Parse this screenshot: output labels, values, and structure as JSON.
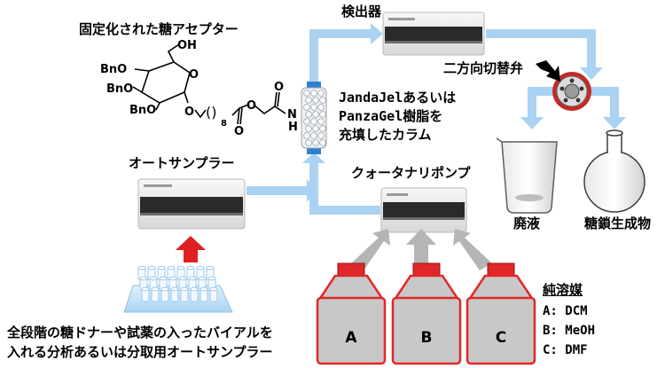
{
  "labels": {
    "fixed_acceptor": "固定化された糖アセプター",
    "detector": "検出器",
    "valve": "二方向切替弁",
    "column_line1": "JandaJelあるいは",
    "column_line2": "PanzaGel樹脂を",
    "column_line3": "充填したカラム",
    "autosampler": "オートサンプラー",
    "pump": "クォータナリポンプ",
    "waste": "廃液",
    "product": "糖鎖生成物",
    "bottom_line1": "全段階の糖ドナーや試薬の入ったバイアルを",
    "bottom_line2": "入れる分析あるいは分取用オートサンプラー"
  },
  "molecule": {
    "oh": "OH",
    "bno1": "BnO",
    "bno2": "BnO",
    "bno3": "BnO",
    "o_ring": "O",
    "o_link": "O",
    "subscript": "8",
    "o_ester": "O",
    "o_carbonyl1": "O",
    "o_carbonyl2": "O",
    "n": "N",
    "h": "H"
  },
  "bottles": [
    "A",
    "B",
    "C"
  ],
  "solvents": {
    "title": "純溶媒",
    "items": [
      "A:  DCM",
      "B:  MeOH",
      "C:  DMF"
    ]
  },
  "colors": {
    "flow_arrow": "#a9d2f3",
    "input_arrow": "#b5b5b5",
    "red_arrow": "#e02020",
    "cap": "#e0282a",
    "bottle_fill": "#c8c8c8"
  }
}
